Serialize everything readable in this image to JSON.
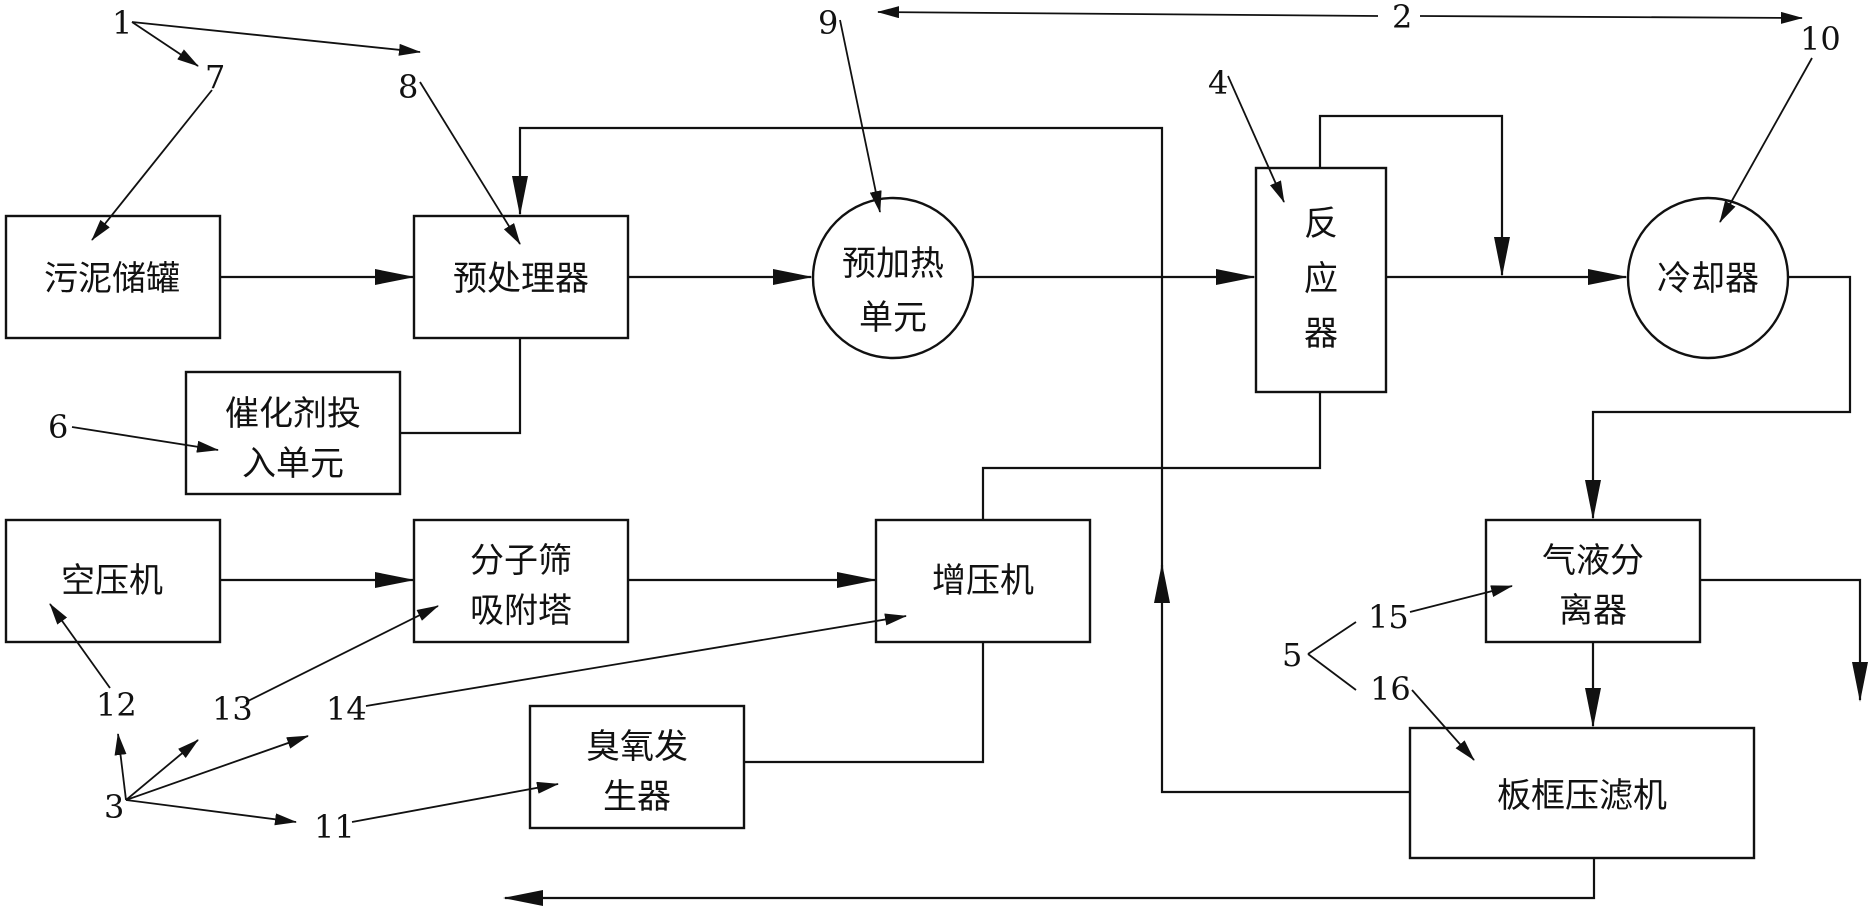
{
  "units": {
    "sludge_tank": "污泥储罐",
    "pretreater": "预处理器",
    "preheat_line1": "预加热",
    "preheat_line2": "单元",
    "reactor_line1": "反",
    "reactor_line2": "应",
    "reactor_line3": "器",
    "cooler": "冷却器",
    "catalyst_line1": "催化剂投",
    "catalyst_line2": "入单元",
    "air_compressor": "空压机",
    "sieve_line1": "分子筛",
    "sieve_line2": "吸附塔",
    "booster": "增压机",
    "ozone_line1": "臭氧发",
    "ozone_line2": "生器",
    "separator_line1": "气液分",
    "separator_line2": "离器",
    "filter_press": "板框压滤机"
  },
  "callouts": {
    "n1": "1",
    "n2": "2",
    "n3": "3",
    "n4": "4",
    "n5": "5",
    "n6": "6",
    "n7": "7",
    "n8": "8",
    "n9": "9",
    "n10": "10",
    "n11": "11",
    "n12": "12",
    "n13": "13",
    "n14": "14",
    "n15": "15",
    "n16": "16"
  }
}
